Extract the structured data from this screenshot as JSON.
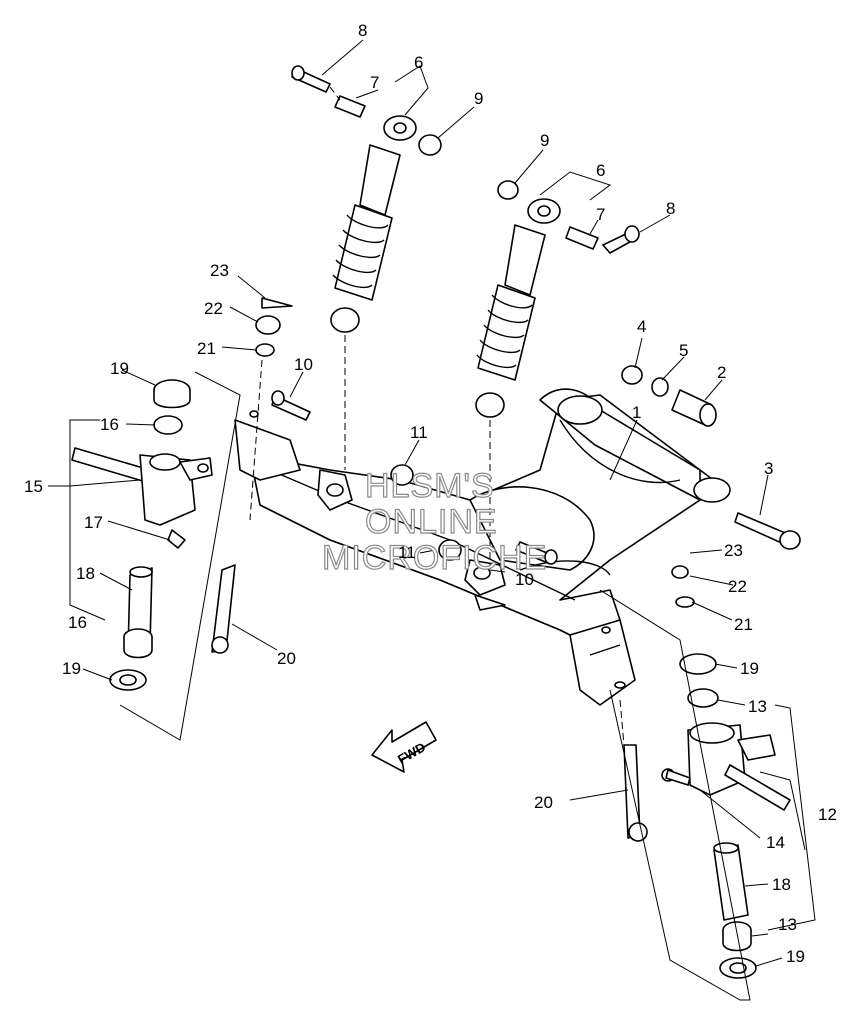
{
  "labels": {
    "n1": "1",
    "n2": "2",
    "n3": "3",
    "n4": "4",
    "n5": "5",
    "n6a": "6",
    "n6b": "6",
    "n7a": "7",
    "n7b": "7",
    "n8a": "8",
    "n8b": "8",
    "n9a": "9",
    "n9b": "9",
    "n10a": "10",
    "n10b": "10",
    "n11a": "11",
    "n11b": "11",
    "n12": "12",
    "n13a": "13",
    "n13b": "13",
    "n14": "14",
    "n15": "15",
    "n16a": "16",
    "n16b": "16",
    "n17": "17",
    "n18a": "18",
    "n18b": "18",
    "n19a": "19",
    "n19b": "19",
    "n19c": "19",
    "n19d": "19",
    "n20a": "20",
    "n20b": "20",
    "n21a": "21",
    "n21b": "21",
    "n22a": "22",
    "n22b": "22",
    "n23a": "23",
    "n23b": "23"
  },
  "watermark": {
    "line1": "HLSM'S",
    "line2": "ONLINE",
    "line3": "MICROFICHE"
  },
  "fwd_label": "FWD"
}
